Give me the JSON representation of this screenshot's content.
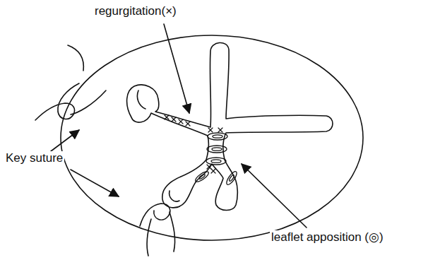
{
  "diagram": {
    "labels": [
      "regurgitation(×)",
      "Key suture",
      "leaflet apposition (◎)"
    ]
  }
}
